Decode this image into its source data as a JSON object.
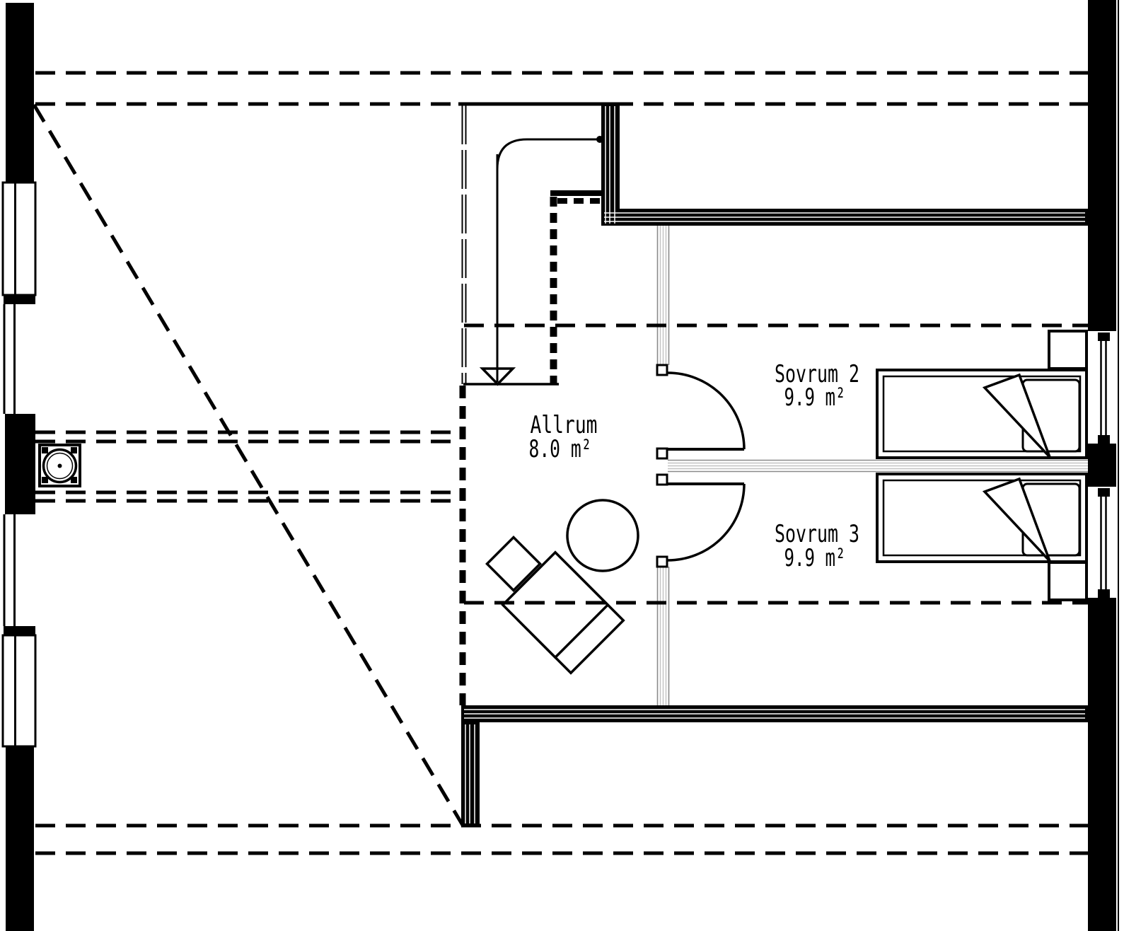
{
  "rooms": [
    {
      "name": "Allrum",
      "area": "8.0 m²"
    },
    {
      "name": "Sovrum 2",
      "area": "9.9 m²"
    },
    {
      "name": "Sovrum 3",
      "area": "9.9 m²"
    }
  ],
  "colors": {
    "ink": "#000000",
    "paper": "#ffffff",
    "light_partition": "#8a8a8a"
  }
}
